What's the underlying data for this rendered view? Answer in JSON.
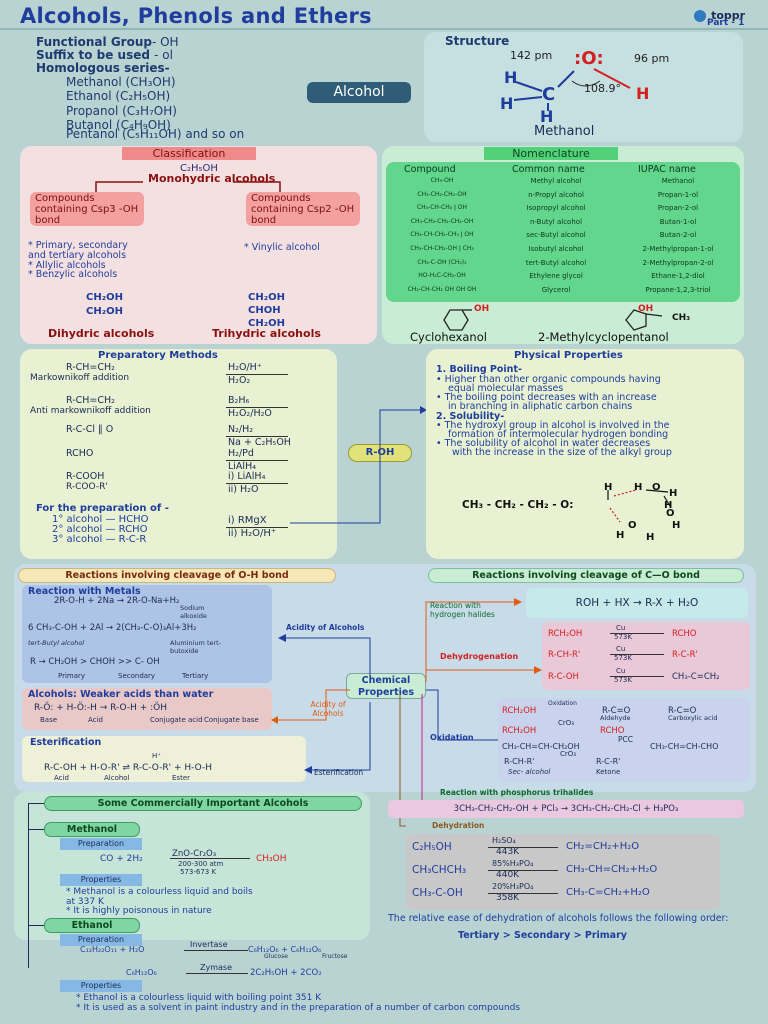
{
  "header": {
    "title": "Alcohols, Phenols and Ethers",
    "part": "Part - 1",
    "brand": "toppr"
  },
  "intro": {
    "fg_label": "Functional Group",
    "fg_value": "- OH",
    "suffix_label": "Suffix to be used",
    "suffix_value": "- ol",
    "homo_label": "Homologous series-",
    "series": [
      "Methanol  (CH₃OH)",
      "Ethanol  (C₂H₅OH)",
      "Propanol  (C₃H₇OH)",
      "Butanol  (C₄H₉OH)",
      "Pentanol (C₅H₁₁OH) and so on"
    ],
    "alcohol_badge": "Alcohol"
  },
  "structure": {
    "title": "Structure",
    "bond1": "142 pm",
    "bond2": "96 pm",
    "angle": "108.9°",
    "caption": "Methanol",
    "O": ":O:",
    "H": "H",
    "C": "C"
  },
  "classification": {
    "title": "Classification",
    "formula": "C₂H₅OH",
    "mono": "Monohydric alcohols",
    "sp3": "Compounds containing C",
    "sp3_tail": "sp3 -OH bond",
    "sp2": "Compounds containing C",
    "sp2_tail": "sp2 -OH bond",
    "left_list": [
      "* Primary, secondary",
      "  and tertiary alcohols",
      "* Allylic alcohols",
      "* Benzylic alcohols"
    ],
    "right_list": [
      "* Vinylic alcohol"
    ],
    "di_lines": [
      "CH₂OH",
      "CH₂OH"
    ],
    "tri_lines": [
      "CH₂OH",
      "CHOH",
      "CH₂OH"
    ],
    "di_label": "Dihydric alcohols",
    "tri_label": "Trihydric alcohols"
  },
  "nomenclature": {
    "title": "Nomenclature",
    "headers": [
      "Compound",
      "Common name",
      "IUPAC name"
    ],
    "rows": [
      [
        "CH₃-OH",
        "Methyl alcohol",
        "Methanol"
      ],
      [
        "CH₃-CH₂-CH₂-OH",
        "n-Propyl alcohol",
        "Propan-1-ol"
      ],
      [
        "CH₃-CH-CH₃ ǀ OH",
        "Isopropyl alcohol",
        "Propan-2-ol"
      ],
      [
        "CH₃-CH₂-CH₂-CH₂-OH",
        "n-Butyl alcohol",
        "Butan-1-ol"
      ],
      [
        "CH₃-CH-CH₂-CH₃ ǀ OH",
        "sec-Butyl alcohol",
        "Butan-2-ol"
      ],
      [
        "CH₃-CH-CH₂-OH ǀ CH₃",
        "Isobutyl alcohol",
        "2-Methylpropan-1-ol"
      ],
      [
        "CH₃-C-OH (CH₃)₂",
        "tert-Butyl alcohol",
        "2-Methylpropan-2-ol"
      ],
      [
        "HO-H₂C-CH₂-OH",
        "Ethylene glycol",
        "Ethane-1,2-diol"
      ],
      [
        "CH₂-CH-CH₂ OH OH OH",
        "Glycerol",
        "Propane-1,2,3-triol"
      ]
    ],
    "cyclo1_oh": "OH",
    "cyclo1": "Cyclohexanol",
    "cyclo2_oh": "OH",
    "cyclo2_ch3": "CH₃",
    "cyclo2": "2-Methylcyclopentanol"
  },
  "prep": {
    "title": "Preparatory Methods",
    "rows": [
      {
        "left": "R-CH=CH₂",
        "left2": "Markownikoff addition",
        "top": "H₂O/H⁺",
        "bottom": "H₂O₂"
      },
      {
        "left": "R-CH=CH₂",
        "left2": "Anti markownikoff addition",
        "top": "B₂H₆",
        "bottom": "H₂O₂/H₂O"
      },
      {
        "left": "R-C-Cl ‖ O",
        "left2": "",
        "top": "N₂/H₂",
        "bottom": "Na + C₂H₅OH"
      },
      {
        "left": "RCHO",
        "left2": "",
        "top": "H₂/Pd",
        "bottom": "LiAlH₄"
      },
      {
        "left": "R-COOH",
        "left2": "R-COO-R'",
        "top": "i) LiAlH₄",
        "bottom": "ii) H₂O"
      }
    ],
    "for_prep": "For the preparation of -",
    "deg": [
      "1° alcohol — HCHO",
      "2° alcohol — RCHO",
      "3° alcohol — R-C-R"
    ],
    "deg_top": "i) RMgX",
    "deg_bottom": "ii) H₂O/H⁺",
    "roh": "R-OH"
  },
  "physical": {
    "title": "Physical Properties",
    "bp_title": "1. Boiling Point-",
    "bp": [
      "Higher than other organic compounds having",
      "equal molecular masses",
      "The boiling point decreases with an increase",
      "in branching in aliphatic carbon chains"
    ],
    "sol_title": "2. Solubility-",
    "sol": [
      "The hydroxyl group in alcohol is involved in the",
      "formation of intermolecular hydrogen bonding",
      "The solubility of alcohol in water decreases",
      "with the increase in the size of the alkyl group"
    ],
    "chain": "CH₃ - CH₂ - CH₂ - O:",
    "H": "H",
    "O": "O"
  },
  "reactions": {
    "oh_title": "Reactions involving cleavage of O-H bond",
    "co_title": "Reactions involving cleavage of C—O bond",
    "metals_title": "Reaction with Metals",
    "metals_eq1": "2R-O-H + 2Na → 2R-O-Na+H₂",
    "metals_eq1b": "Sodium alkoxide",
    "metals_eq2": "6 CH₃-C-OH + 2Al → 2(CH₃-C-O)₃Al+3H₂",
    "metals_lab1": "tert-Butyl alcohol",
    "metals_lab2": "Aluminium tert-butoxide",
    "acidity_title": "Acidity of Alcohols",
    "acidity_eq": "R → CH₂OH > CHOH >> C- OH",
    "acidity_labels": [
      "Primary",
      "Secondary",
      "Tertiary"
    ],
    "weak_title": "Alcohols: Weaker acids than water",
    "weak_eq": "R-Ö: + H-Ö:-H → R-O-H + :ÖH",
    "weak_labels": [
      "Base",
      "Acid",
      "Conjugate acid",
      "Conjugate base"
    ],
    "acidity_side": "Acidity of Alcohols",
    "ester_title": "Esterification",
    "ester_eq": "R-C-OH + H-O-R' ⇌ R-C-O-R' + H-O-H",
    "ester_cat": "H⁺",
    "ester_labels": [
      "Acid",
      "Alcohol",
      "Ester"
    ],
    "ester_side": "Esterification",
    "chem_props": "Chemical Properties",
    "hx_side": "Reaction with hydrogen halides",
    "hx_eq": "ROH + HX → R-X + H₂O",
    "dehydro_side": "Dehydrogenation",
    "dehydro": [
      {
        "left": "RCH₂OH",
        "cat": "Cu",
        "temp": "573K",
        "right": "RCHO"
      },
      {
        "left": "R-CH-R'",
        "cat": "Cu",
        "temp": "573K",
        "right": "R-C-R'"
      },
      {
        "left": "R-C-OH",
        "cat": "Cu",
        "temp": "573K",
        "right": "CH₃-C=CH₂"
      }
    ],
    "ox_side": "Oxidation",
    "ox1_left": "RCH₂OH",
    "ox1_cat": "Oxidation",
    "ox1_mid": "R-C=O",
    "ox1_mid_lab": "Aldehyde",
    "ox1_right": "R-C=O",
    "ox1_right_lab": "Carboxylic acid",
    "ox2_left": "RCH₂OH",
    "ox2_cat": "CrO₃",
    "ox2_right": "RCHO",
    "ox3_left": "CH₃-CH=CH-CH₂OH",
    "ox3_cat": "PCC",
    "ox3_right": "CH₃-CH=CH-CHO",
    "ox4_left": "R-CH-R'",
    "ox4_cat": "CrO₃",
    "ox4_right": "R-C-R'",
    "ox4_lab1": "Sec- alcohol",
    "ox4_lab2": "Ketone",
    "pcl3_side": "Reaction with phosphorus trihalides",
    "pcl3_eq": "3CH₃-CH₂-CH₂-OH + PCl₃ → 3CH₃-CH₂-CH₂-Cl + H₃PO₃",
    "dehyd_side": "Dehydration",
    "dehyd": [
      {
        "left": "C₂H₅OH",
        "cat": "H₂SO₄",
        "temp": "443K",
        "right": "CH₂=CH₂+H₂O"
      },
      {
        "left": "CH₃CHCH₃",
        "cat": "85%H₃PO₄",
        "temp": "440K",
        "right": "CH₃-CH=CH₂+H₂O"
      },
      {
        "left": "CH₃-C-OH",
        "cat": "20%H₃PO₄",
        "temp": "358K",
        "right": "CH₃-C=CH₂+H₂O"
      }
    ],
    "dehyd_note": "The relative ease of dehydration of alcohols follows the following order:",
    "dehyd_order": "Tertiary > Secondary > Primary"
  },
  "commercial": {
    "title": "Some Commercially Important Alcohols",
    "meth_title": "Methanol",
    "prep_label": "Preparation",
    "meth_eq_left": "CO + 2H₂",
    "meth_cat": "ZnO-Cr₂O₃",
    "meth_cond1": "200-300 atm",
    "meth_cond2": "573-673 K",
    "meth_right": "CH₃OH",
    "props_label": "Properties",
    "meth_props": [
      "* Methanol is a colourless liquid and boils",
      "  at 337 K",
      "* It is highly poisonous in nature"
    ],
    "eth_title": "Ethanol",
    "eth_eq1_left": "C₁₂H₂₂O₁₁ + H₂O",
    "eth_eq1_cat": "Invertase",
    "eth_eq1_right": "C₆H₁₂O₆ + C₆H₁₂O₆",
    "eth_lab1": "Glucose",
    "eth_lab2": "Fructose",
    "eth_eq2_left": "C₆H₁₂O₆",
    "eth_eq2_cat": "Zymase",
    "eth_eq2_right": "2C₂H₅OH + 2CO₂",
    "eth_props": [
      "* Ethanol is a colourless liquid with boiling point 351 K",
      "* It is used as a solvent in paint industry and in the preparation of a number  of carbon compounds"
    ]
  }
}
